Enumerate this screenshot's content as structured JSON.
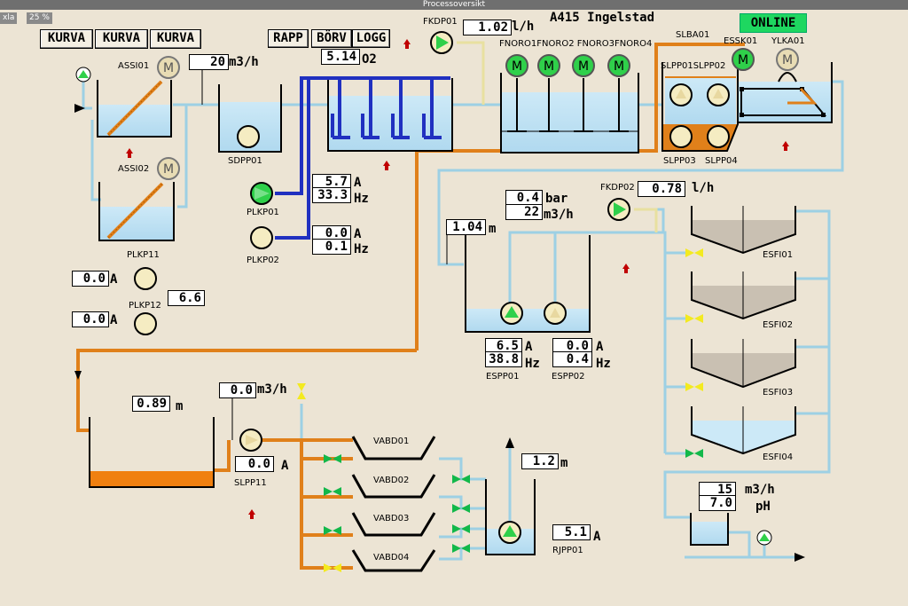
{
  "window": {
    "title": "Processoversikt"
  },
  "top_left": {
    "btn1": "xla",
    "btn2": "25 %"
  },
  "header": {
    "station": "A415 Ingelstad",
    "status": "ONLINE"
  },
  "buttons": {
    "kurva1": "KURVA",
    "kurva2": "KURVA",
    "kurva3": "KURVA",
    "rapp": "RAPP",
    "borv": "BÖRV",
    "logg": "LOGG"
  },
  "units": {
    "m3h": "m3/h",
    "lh": "l/h",
    "A": "A",
    "Hz": "Hz",
    "m": "m",
    "bar": "bar",
    "o2": "O2",
    "pH": "pH"
  },
  "values": {
    "inflow": "20",
    "o2": "5.14",
    "fkdp01": "1.02",
    "fkdp02": "0.78",
    "plkp01_a": "5.7",
    "plkp01_hz": "33.3",
    "plkp02_a": "0.0",
    "plkp02_hz": "0.1",
    "plkp11_a": "0.0",
    "plkp12_a": "0.0",
    "plkp12_val": "6.6",
    "press_bar": "0.4",
    "flow_m3h": "22",
    "level_esfi": "1.04",
    "espp01_a": "6.5",
    "espp01_hz": "38.8",
    "espp02_a": "0.0",
    "espp02_hz": "0.4",
    "sludge_level": "0.89",
    "slpp11_flow": "0.0",
    "slpp11_a": "0.0",
    "rj_level": "1.2",
    "rjpp01_a": "5.1",
    "out_flow": "15",
    "out_ph": "7.0"
  },
  "labels": {
    "assi01": "ASSI01",
    "assi02": "ASSI02",
    "sdpp01": "SDPP01",
    "plkp01": "PLKP01",
    "plkp02": "PLKP02",
    "plkp11": "PLKP11",
    "plkp12": "PLKP12",
    "fkdp01": "FKDP01",
    "fnoro": "FNORO1FNORO2 FNORO3FNORO4",
    "slba01": "SLBA01",
    "essk01": "ESSK01",
    "ylka01": "YLKA01",
    "slpp01": "SLPP01SLPP02",
    "slpp03": "SLPP03",
    "slpp04": "SLPP04",
    "fkdp02": "FKDP02",
    "esfi01": "ESFI01",
    "esfi02": "ESFI02",
    "esfi03": "ESFI03",
    "esfi04": "ESFI04",
    "espp01": "ESPP01",
    "espp02": "ESPP02",
    "slpp11": "SLPP11",
    "vabd01": "VABD01",
    "vabd02": "VABD02",
    "vabd03": "VABD03",
    "vabd04": "VABD04",
    "rjpp01": "RJPP01"
  },
  "colors": {
    "water": "#bfe2f4",
    "sludge": "#f08010",
    "pipe": "#9dd0e4",
    "pump_on": "#2fd04a",
    "pump_off": "#f5ecc2",
    "valve_on": "#12b84a",
    "valve_off": "#f3ea20",
    "alarm": "#c00000",
    "online": "#1ed760"
  }
}
